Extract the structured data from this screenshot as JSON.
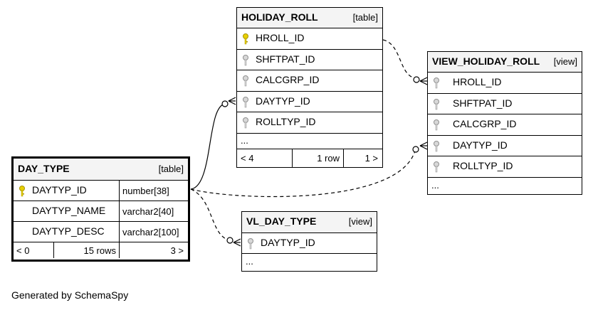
{
  "tables": {
    "holiday_roll": {
      "name": "HOLIDAY_ROLL",
      "kind": "[table]",
      "columns": [
        "HROLL_ID",
        "SHFTPAT_ID",
        "CALCGRP_ID",
        "DAYTYP_ID",
        "ROLLTYP_ID"
      ],
      "more": "...",
      "footer": {
        "prev": "< 4",
        "rows": "1 row",
        "next": "1 >"
      }
    },
    "view_holiday_roll": {
      "name": "VIEW_HOLIDAY_ROLL",
      "kind": "[view]",
      "columns": [
        "HROLL_ID",
        "SHFTPAT_ID",
        "CALCGRP_ID",
        "DAYTYP_ID",
        "ROLLTYP_ID"
      ],
      "more": "..."
    },
    "day_type": {
      "name": "DAY_TYPE",
      "kind": "[table]",
      "columns": [
        {
          "name": "DAYTYP_ID",
          "type": "number[38]"
        },
        {
          "name": "DAYTYP_NAME",
          "type": "varchar2[40]"
        },
        {
          "name": "DAYTYP_DESC",
          "type": "varchar2[100]"
        }
      ],
      "footer": {
        "prev": "< 0",
        "rows": "15 rows",
        "next": "3 >"
      }
    },
    "vl_day_type": {
      "name": "VL_DAY_TYPE",
      "kind": "[view]",
      "columns": [
        "DAYTYP_ID"
      ],
      "more": "..."
    }
  },
  "icons": {
    "primary_key": "gold-key-icon",
    "column": "gray-key-icon"
  },
  "colors": {
    "primary_key": "#e8d000",
    "column": "#a0a0a0",
    "header_bg": "#f4f4f4"
  },
  "generated_by": "Generated by SchemaSpy"
}
